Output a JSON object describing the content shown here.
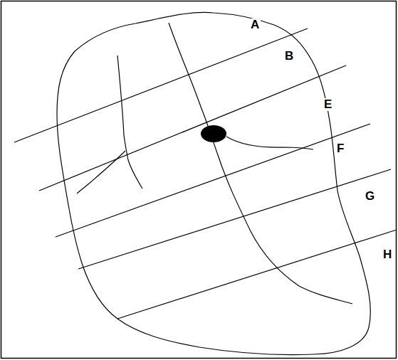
{
  "diagram": {
    "labels": [
      "A",
      "B",
      "E",
      "F",
      "G",
      "H"
    ]
  }
}
